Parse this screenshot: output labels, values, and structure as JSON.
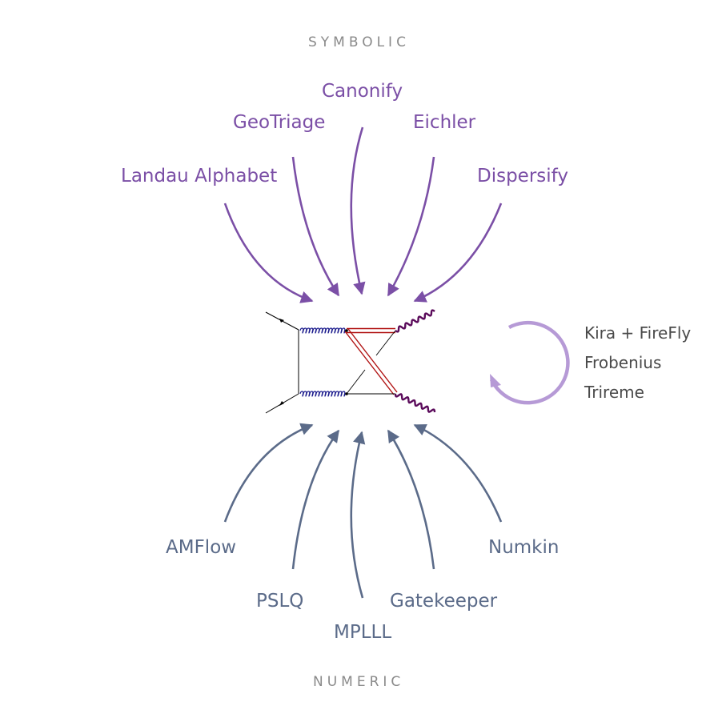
{
  "sections": {
    "top": "SYMBOLIC",
    "bottom": "NUMERIC"
  },
  "symbolic_tools": [
    "Landau Alphabet",
    "GeoTriage",
    "Canonify",
    "Eichler",
    "Dispersify"
  ],
  "numeric_tools": [
    "AMFlow",
    "PSLQ",
    "MPLLL",
    "Gatekeeper",
    "Numkin"
  ],
  "cycle_tools": [
    "Kira + FireFly",
    "Frobenius",
    "Trireme"
  ],
  "colors": {
    "symbolic": "#7b4fa6",
    "numeric": "#5b6b89",
    "cycle": "#b69ad6",
    "gluon": "#1a1a8c",
    "massive": "#b01010",
    "photon": "#5a0a5a",
    "section": "#8a8a8a"
  }
}
